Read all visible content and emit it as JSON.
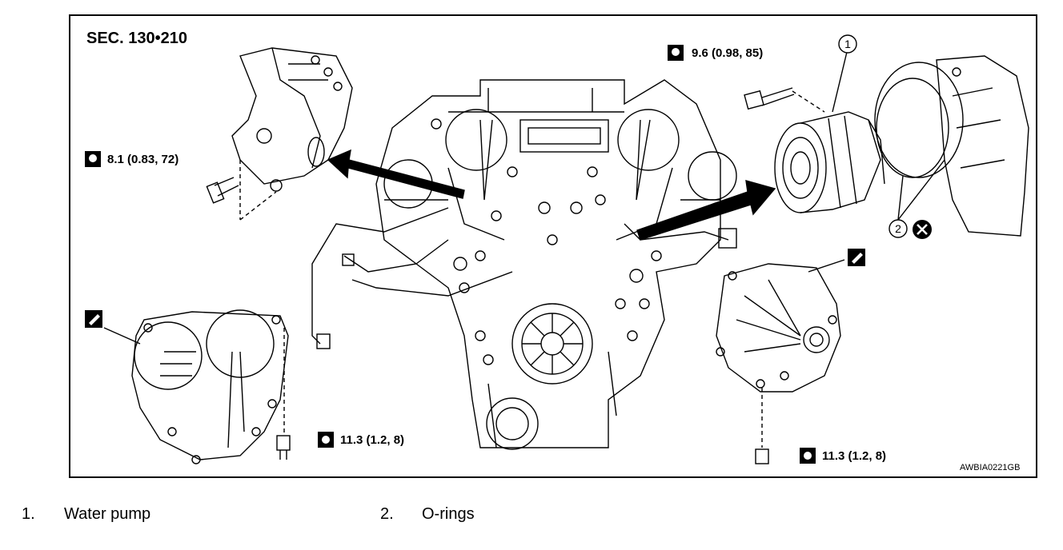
{
  "diagram": {
    "section_label": "SEC. 130•210",
    "torque_values": {
      "left_upper": "8.1 (0.83, 72)",
      "top_right": "9.6 (0.98, 85)",
      "bottom_center": "11.3 (1.2, 8)",
      "bottom_right": "11.3 (1.2, 8)"
    },
    "callouts": {
      "one": "1",
      "two": "2"
    },
    "figure_code": "AWBIA0221GB"
  },
  "legend": {
    "items": [
      {
        "number": "1.",
        "label": "Water pump"
      },
      {
        "number": "2.",
        "label": "O-rings"
      }
    ]
  }
}
